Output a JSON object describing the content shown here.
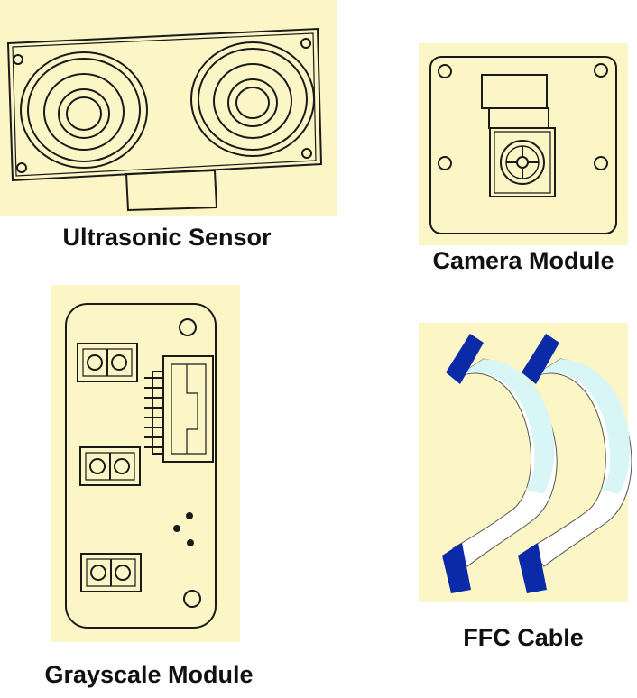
{
  "modules": [
    {
      "id": "ultrasonic",
      "label": "Ultrasonic Sensor"
    },
    {
      "id": "camera",
      "label": "Camera Module"
    },
    {
      "id": "grayscale",
      "label": "Grayscale Module"
    },
    {
      "id": "ffc",
      "label": "FFC Cable"
    }
  ],
  "colors": {
    "panel_background": "#fcf6c6",
    "line_art": "#1a1a1a",
    "ffc_stripe": "#d8f6f6",
    "ffc_connector": "#0b2aa8"
  }
}
